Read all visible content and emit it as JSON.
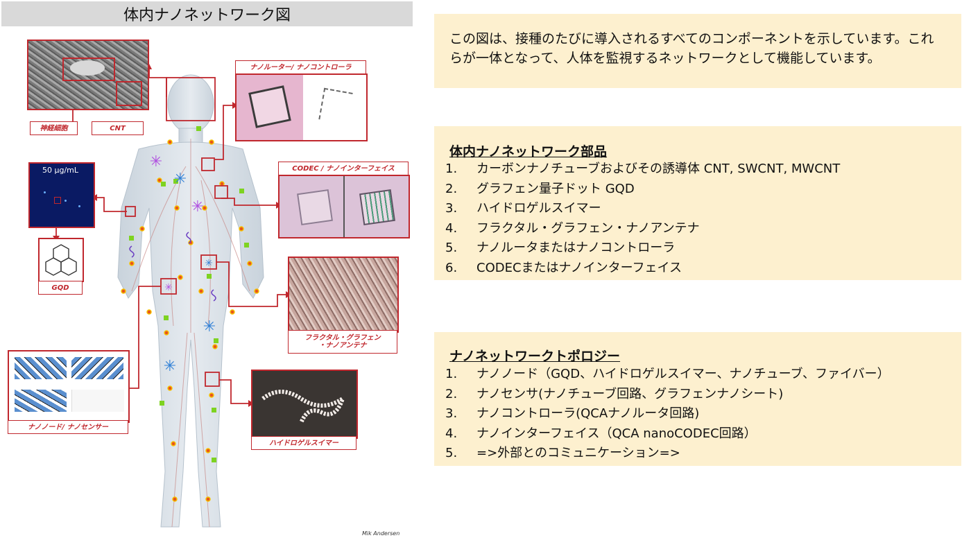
{
  "left": {
    "title": "体内ナノネットワーク図",
    "credit": "Mik Andersen",
    "labels": {
      "neuron": "神経細胞",
      "cnt": "CNT",
      "concentration": "50 µg/mL",
      "gqd": "GQD",
      "router": "ナノルーター/ ナノコントローラ",
      "codec": "CODEC / ナノインターフェイス",
      "fractal_line1": "フラクタル・グラフェン",
      "fractal_line2": "・ナノアンテナ",
      "swimmer": "ハイドロゲルスイマー",
      "node": "ナノノード/ ナノセンサー"
    }
  },
  "right": {
    "intro": "この図は、接種のたびに導入されるすべてのコンポーネントを示しています。これらが一体となって、人体を監視するネットワークとして機能しています。",
    "components": {
      "title": "体内ナノネットワーク部品",
      "items": [
        {
          "num": "1.",
          "text": "カーボンナノチューブおよびその誘導体 CNT, SWCNT, MWCNT"
        },
        {
          "num": "2.",
          "text": "グラフェン量子ドット GQD"
        },
        {
          "num": "3.",
          "text": "ハイドロゲルスイマー"
        },
        {
          "num": "4.",
          "text": "フラクタル・グラフェン・ナノアンテナ"
        },
        {
          "num": "5.",
          "text": "ナノルータまたはナノコントローラ"
        },
        {
          "num": "6.",
          "text": "CODECまたはナノインターフェイス"
        }
      ]
    },
    "topology": {
      "title": "ナノネットワークトポロジー",
      "items": [
        {
          "num": "1.",
          "text": "ナノノード（GQD、ハイドロゲルスイマー、ナノチューブ、ファイバー）"
        },
        {
          "num": "2.",
          "text": "ナノセンサ(ナノチューブ回路、グラフェンナノシート)"
        },
        {
          "num": "3.",
          "text": "ナノコントローラ(QCAナノルータ回路)"
        },
        {
          "num": "4.",
          "text": "ナノインターフェイス（QCA nanoCODEC回路）"
        },
        {
          "num": "5.",
          "text": "=>外部とのコミュニケーション=>"
        }
      ]
    }
  },
  "colors": {
    "accent_red": "#c0272d",
    "panel_bg": "#fdf0cf",
    "title_bar_bg": "#d9d9d9"
  }
}
